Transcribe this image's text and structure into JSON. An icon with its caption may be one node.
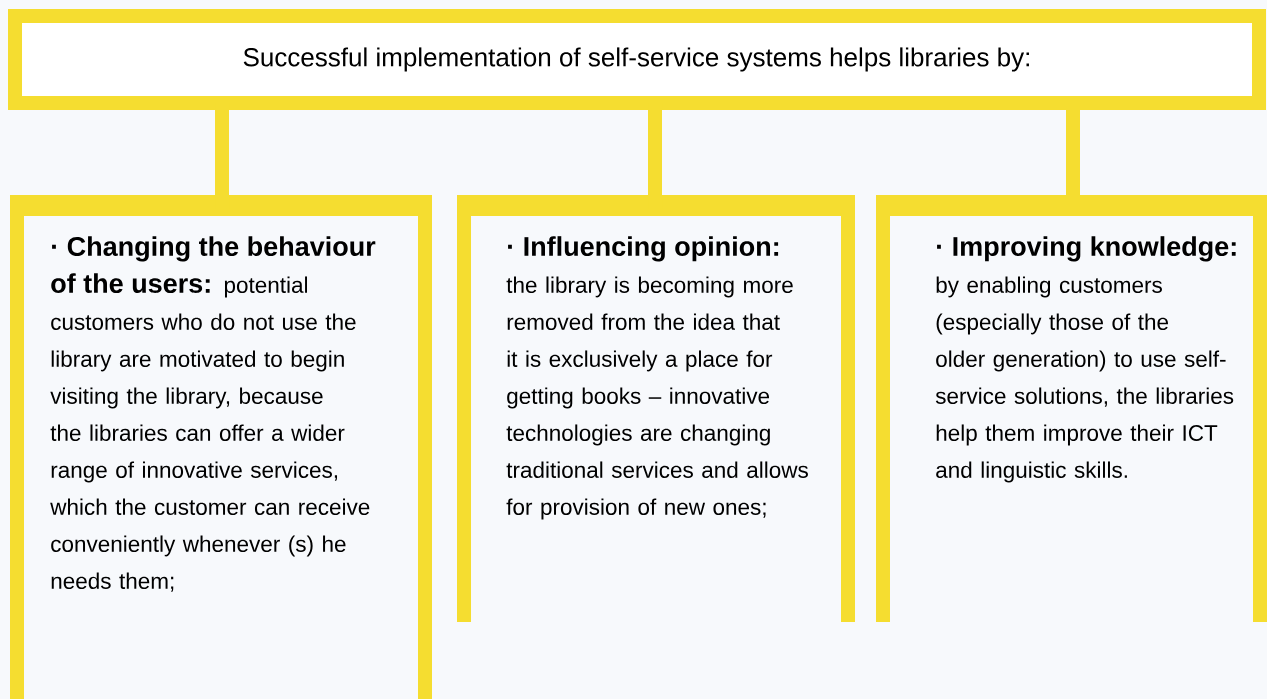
{
  "diagram": {
    "nodes": [
      {
        "text": [
          "Successful implementation of self-service systems helps libraries by:"
        ]
      },
      {
        "text": [
          "· Changing the behaviour of the users:",
          "potential customers who do not use the library are motivated to begin visiting the library, because the libraries can offer a wider range of innovative services, which the customer can receive conveniently whenever (s) he needs them;"
        ]
      },
      {
        "text": [
          "· Influencing opinion:",
          "the library is becoming more removed from the idea that it is exclusively a place for getting books – innovative technologies are changing traditional services and allows for provision of new ones;"
        ]
      },
      {
        "text": [
          "· Improving knowledge:",
          "by enabling customers (especially those of the older generation) to use self-service solutions, the libraries help them improve their ICT and linguistic skills."
        ]
      }
    ],
    "edges": [
      {
        "from": 0,
        "to": 1,
        "arrow": "none"
      },
      {
        "from": 0,
        "to": 2,
        "arrow": "none"
      },
      {
        "from": 0,
        "to": 3,
        "arrow": "none"
      }
    ]
  }
}
